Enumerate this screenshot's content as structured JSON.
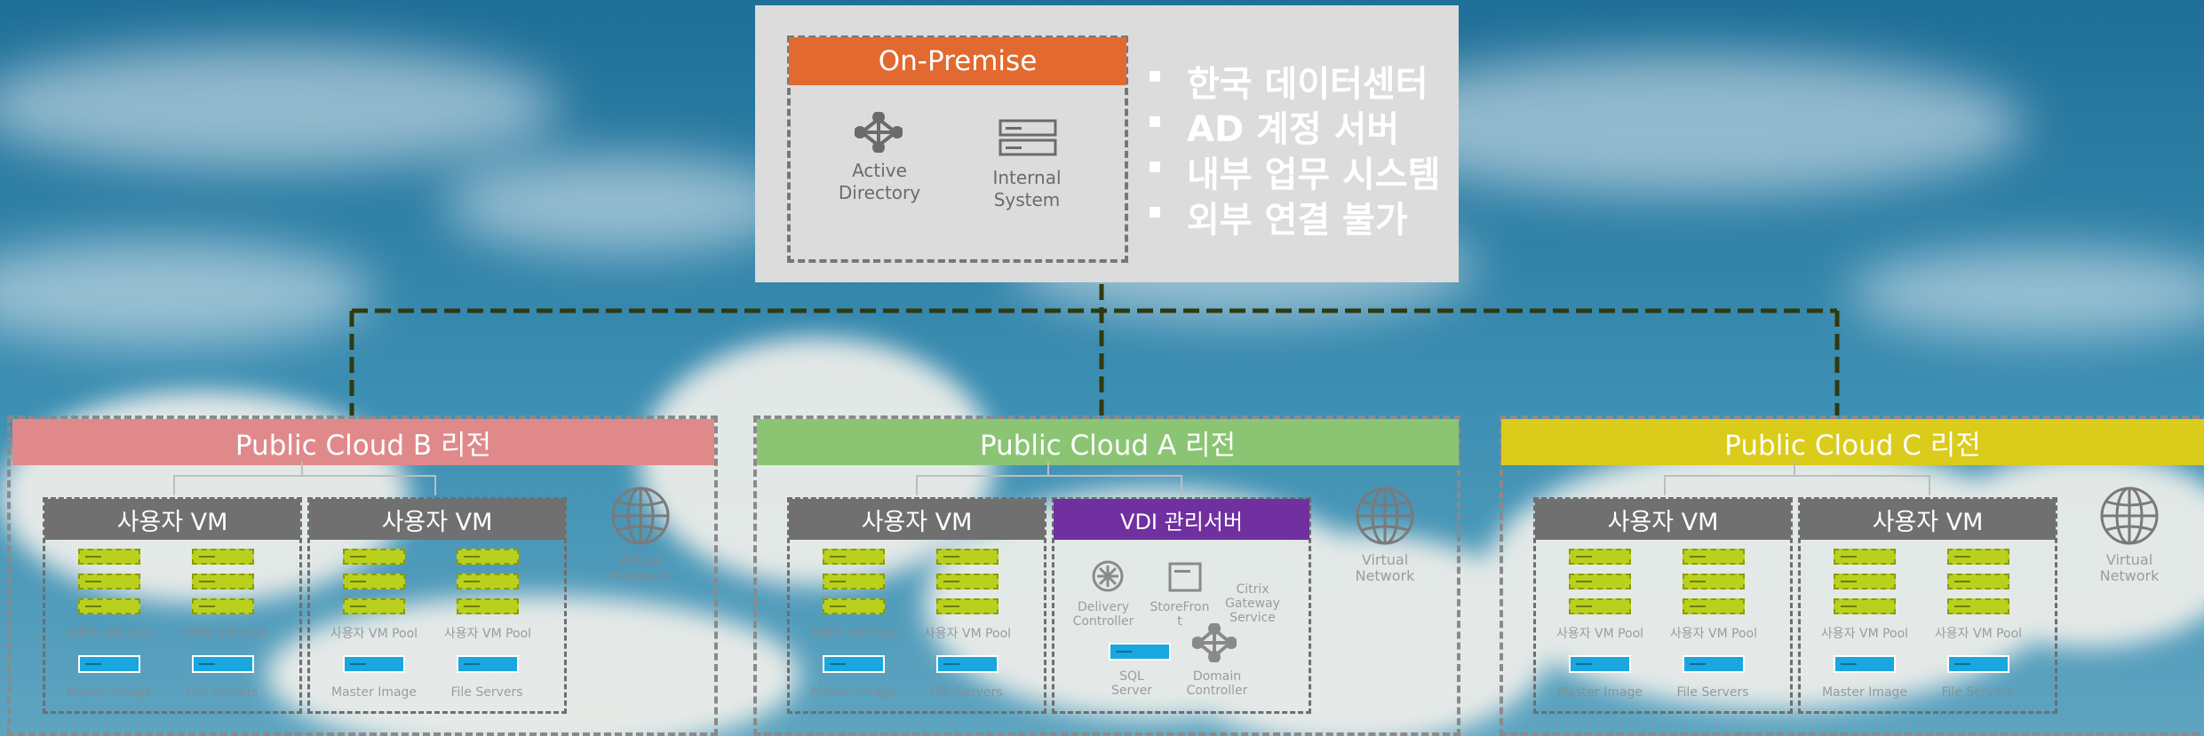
{
  "onprem": {
    "title": "On-Premise",
    "ad_label": [
      "Active",
      "Directory"
    ],
    "internal_label": [
      "Internal",
      "System"
    ],
    "bullets": [
      "한국 데이터센터",
      "AD 계정 서버",
      "내부 업무 시스템",
      "외부 연결 불가"
    ]
  },
  "regions": [
    {
      "title": "Public Cloud B 리전",
      "color": "#e0898b",
      "network_label": [
        "Virtual",
        "Network"
      ]
    },
    {
      "title": "Public Cloud A 리전",
      "color": "#8bc574",
      "network_label": [
        "Virtual",
        "Network"
      ]
    },
    {
      "title": "Public Cloud C 리전",
      "color": "#dbcb1a",
      "network_label": [
        "Virtual",
        "Network"
      ]
    }
  ],
  "vm": {
    "title": "사용자 VM",
    "pool_a": "사용자 VM Pool",
    "pool_b": "사용자 VM Pool",
    "master": "Master Image",
    "files": "File Servers"
  },
  "vdi": {
    "title": "VDI 관리서버",
    "title_color": "#7030a0",
    "delivery": [
      "Delivery",
      "Controller"
    ],
    "storefront": [
      "StoreFron",
      "t"
    ],
    "gateway": [
      "Citrix",
      "Gateway",
      "Service"
    ],
    "sql": [
      "SQL",
      "Server"
    ],
    "domain": [
      "Domain",
      "Controller"
    ]
  },
  "colors": {
    "onprem_header": "#e2692f",
    "vm_header": "#707070",
    "link_line": "#2f3a10"
  },
  "icons": [
    "network-hub-icon",
    "server-rack-icon",
    "globe-icon",
    "gear-icon",
    "storefront-icon",
    "database-icon"
  ]
}
